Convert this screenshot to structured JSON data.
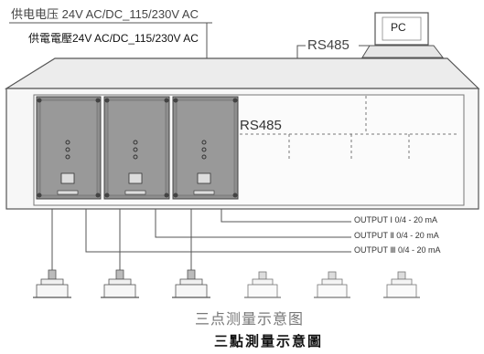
{
  "supply": {
    "label_simplified": "供电电压 24V AC/DC_115/230V AC",
    "label_traditional": "供電電壓24V AC/DC_115/230V AC"
  },
  "pc": {
    "label": "PC"
  },
  "bus": {
    "rs485_top": "RS485",
    "rs485_inside": "RS485"
  },
  "outputs": [
    {
      "label": "OUTPUT Ⅰ   0/4 - 20 mA"
    },
    {
      "label": "OUTPUT Ⅱ   0/4 - 20 mA"
    },
    {
      "label": "OUTPUT Ⅲ   0/4 - 20 mA"
    }
  ],
  "caption": {
    "simplified": "三点测量示意图",
    "traditional": "三點測量示意圖"
  }
}
